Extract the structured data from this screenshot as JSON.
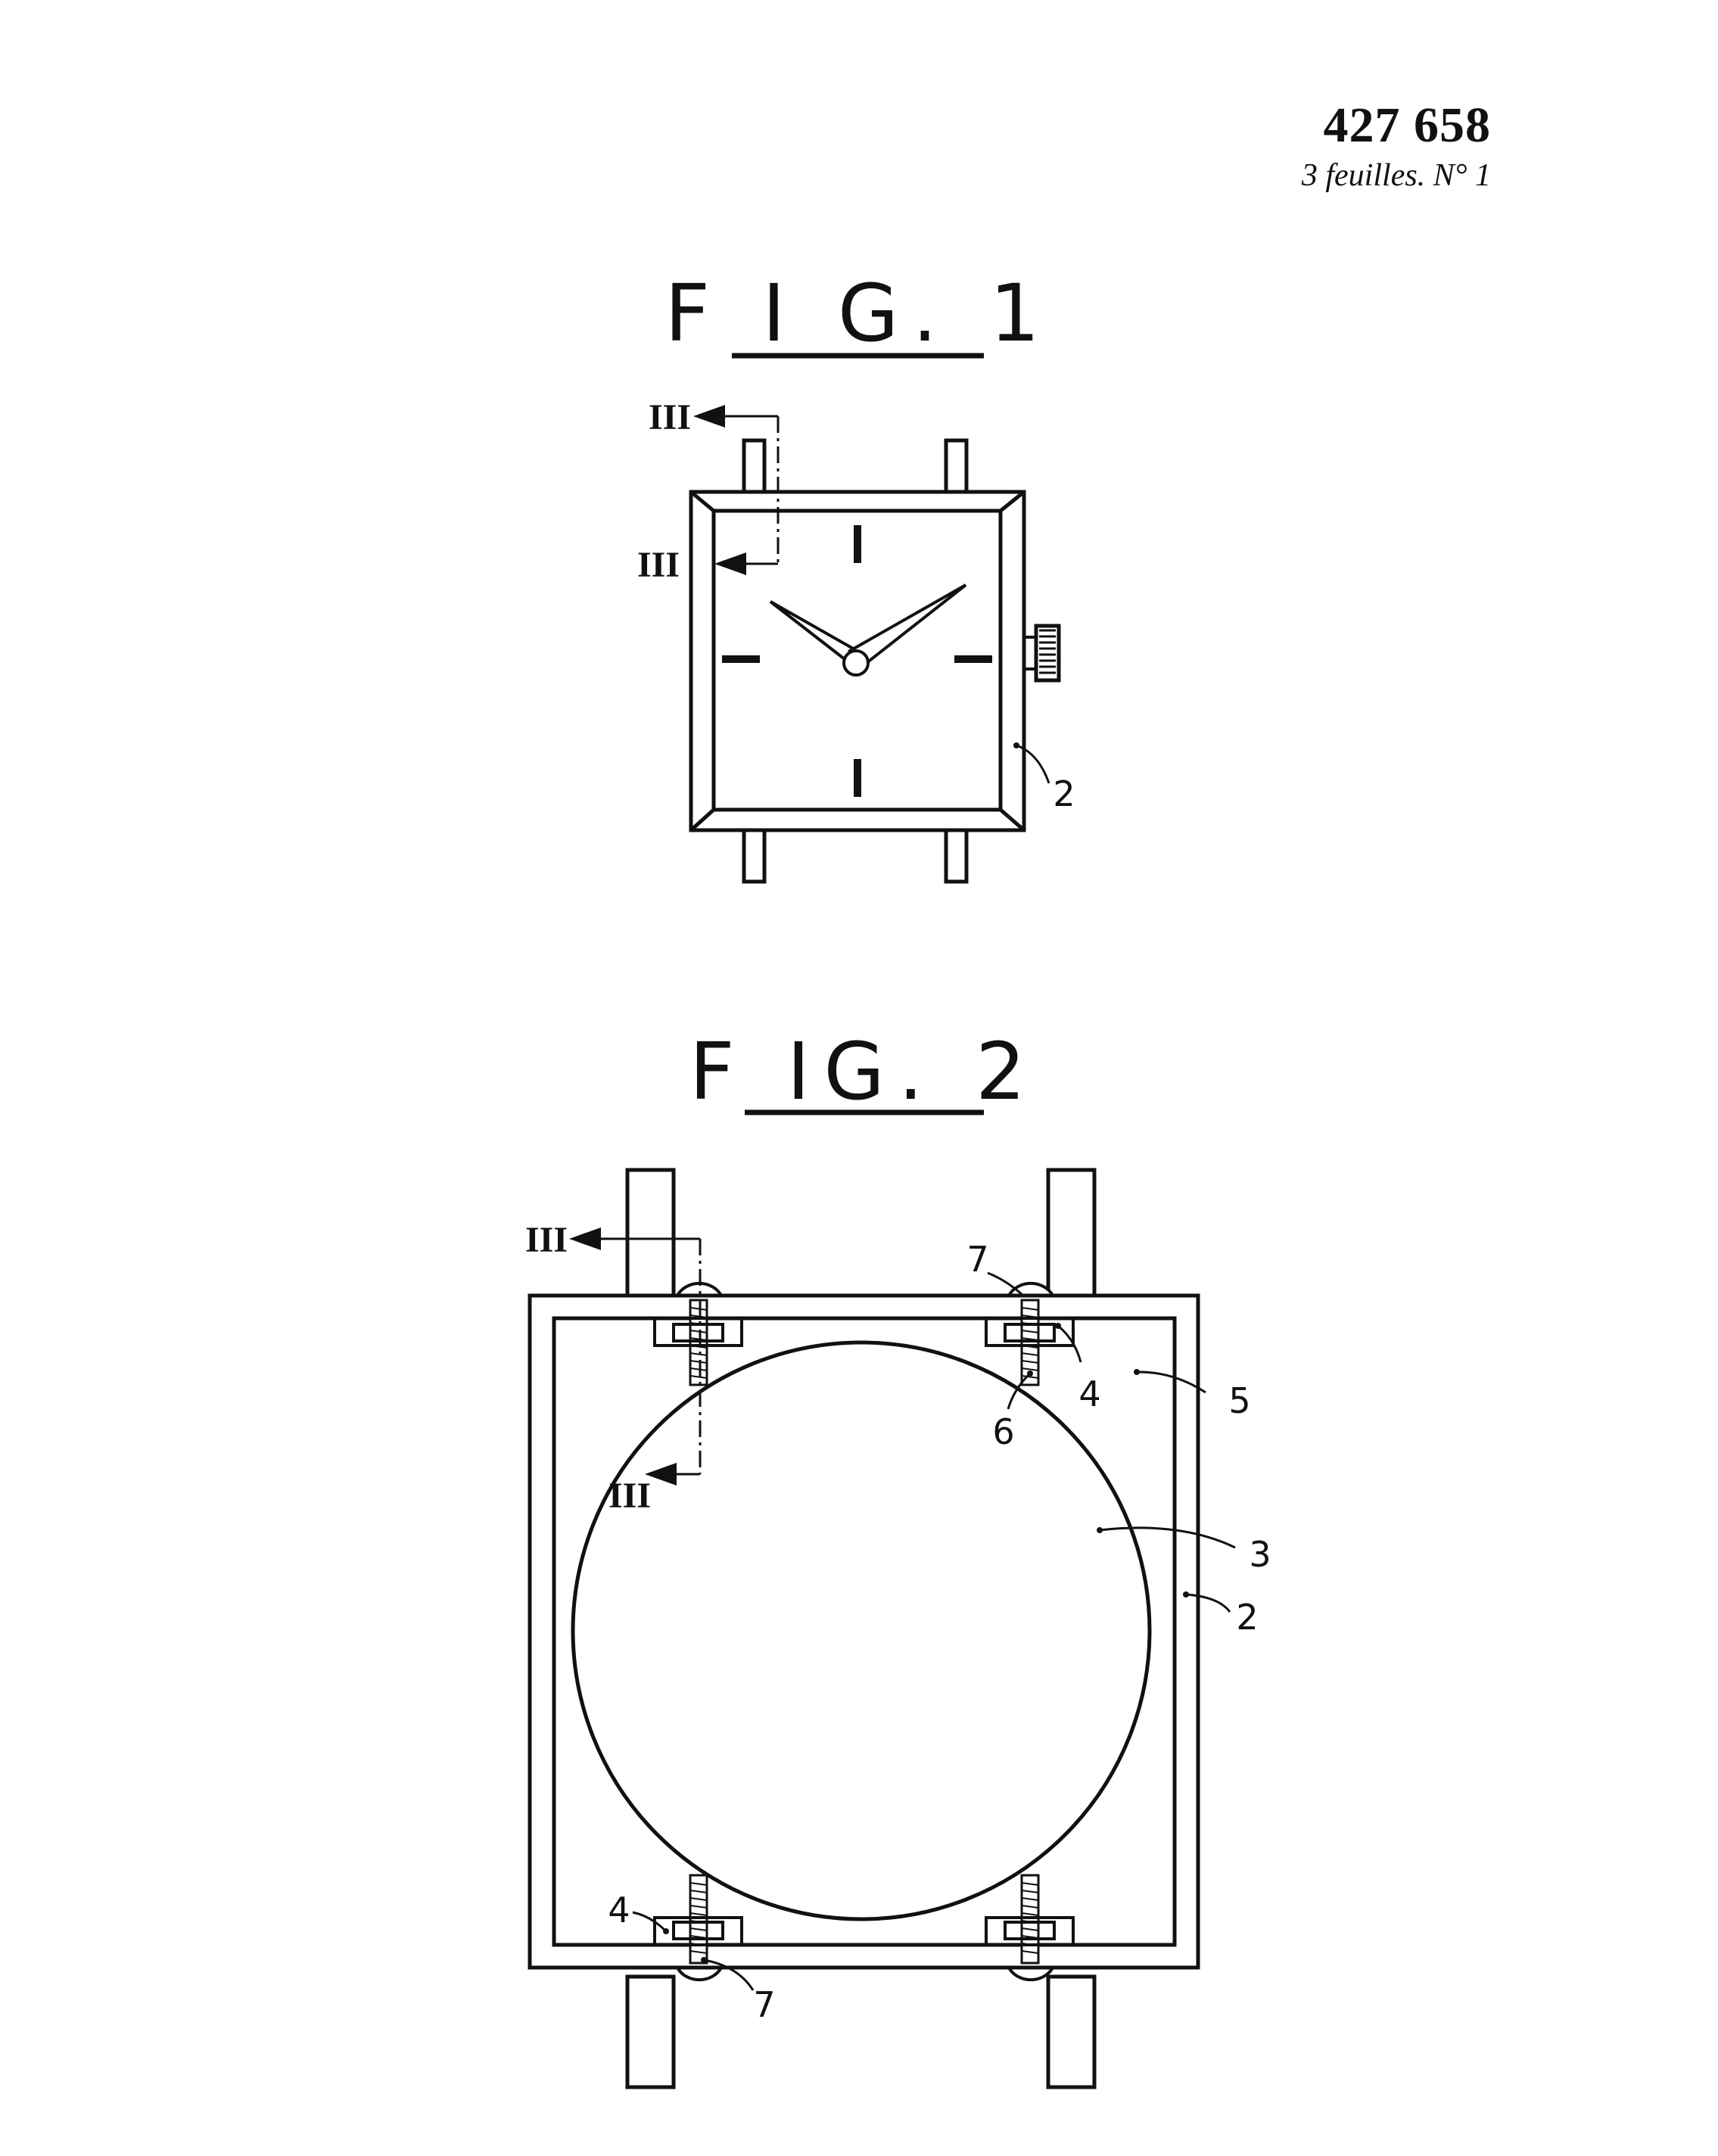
{
  "header": {
    "patent_number": "427 658",
    "sheet_info": "3 feuilles. N° 1"
  },
  "fig1": {
    "title": "F I G. 1",
    "section_mark": "III",
    "labels": {
      "case": "2"
    }
  },
  "fig2": {
    "title": "F IG. 2",
    "section_mark": "III",
    "labels": {
      "case": "2",
      "disc": "3",
      "lug_left_top": "4",
      "lug_left_bottom": "4",
      "frame": "5",
      "screw": "6",
      "pin_top": "7",
      "pin_bottom": "7"
    }
  }
}
